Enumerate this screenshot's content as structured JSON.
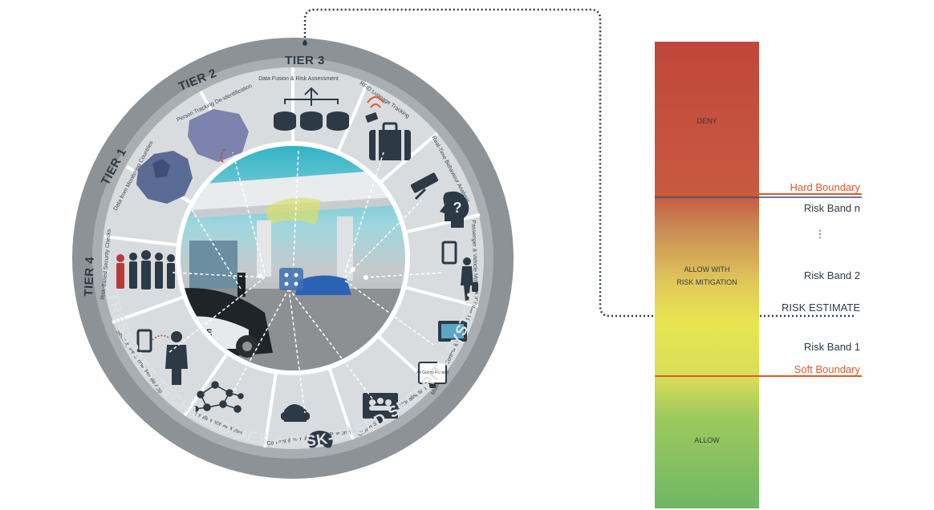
{
  "wheel": {
    "ring_title": "TRESSPASS TECHNOLOGIES & RISK-BASED SECURITY SYSTEM",
    "tiers": {
      "tier1": "TIER 1",
      "tier2": "TIER 2",
      "tier3": "TIER 3",
      "tier4": "TIER 4"
    },
    "segments": {
      "tier3_data_fusion": "Data Fusion & Risk Assessment",
      "tier3_rfid": "RFID Luggage Tracking",
      "tier3_behaviour": "Real-Time Behaviour Analysis",
      "tier3_passenger_app": "Passenger & Vehicle Mobile App",
      "tier3_multi_sensor": "Multi-Sensor Control & Command Centre",
      "tier3_crowd": "Crowd Simulation & Visualisation",
      "tier3_training": "Content & Simulation VR Platform",
      "tier3_intelligence": "Intelligence Analysis",
      "tier4_personnel_app": "Security Personnel Mobile App",
      "tier4_people": "Risk-Based Security Checks",
      "tier1_monitoring": "Data from Monitoring Countries",
      "tier2_person_tracking": "Person Tracking De-identification"
    },
    "scene_texts": {
      "police_car": "ICE",
      "monitor_text": "All Goods Passed"
    },
    "icons": [
      "database-icon",
      "luggage-icon",
      "head-question-icon",
      "smartphone-icon",
      "monitor-icon",
      "vr-gamepad-icon",
      "network-icon",
      "police-officer-icon",
      "people-group-icon",
      "europe-map-icon",
      "person-tracking-map-icon",
      "camera-icon"
    ],
    "colors": {
      "ring_outer": "#8d9297",
      "ring_inner": "#d9dcde",
      "tier_ring": "#a9aeb2",
      "icon_dark": "#2c3a46",
      "scene_sky": "#3db8c9"
    }
  },
  "risk_bar": {
    "bands": {
      "deny": "DENY",
      "allow_with_mitigation": "ALLOW WITH\nRISK MITIGATION",
      "allow": "ALLOW"
    },
    "allow_with_mitigation_line1": "ALLOW WITH",
    "allow_with_mitigation_line2": "RISK MITIGATION",
    "labels": {
      "hard_boundary": "Hard Boundary",
      "risk_band_n": "Risk Band n",
      "ellipsis": "⋮",
      "risk_band_2": "Risk Band 2",
      "risk_estimate": "RISK ESTIMATE",
      "risk_band_1": "Risk Band 1",
      "soft_boundary": "Soft Boundary"
    },
    "colors": {
      "deny": "#c0473b",
      "mid": "#e2b65a",
      "yellow": "#e3e34e",
      "allow": "#74b964",
      "boundary": "#d95a2b",
      "hard_boundary_line2": "#3b4a7a"
    }
  }
}
